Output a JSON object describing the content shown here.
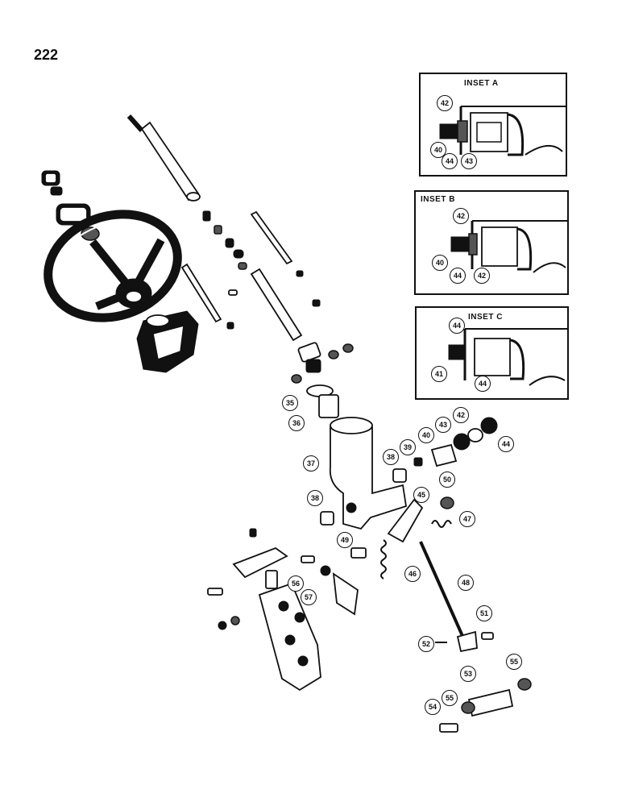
{
  "page_number": "222",
  "insets": [
    {
      "title": "INSET A",
      "callouts": [
        "42",
        "40",
        "44",
        "43"
      ]
    },
    {
      "title": "INSET B",
      "callouts": [
        "42",
        "40",
        "44",
        "42"
      ]
    },
    {
      "title": "INSET C",
      "callouts": [
        "44",
        "41",
        "44"
      ]
    }
  ],
  "callouts": [
    "35",
    "36",
    "37",
    "38",
    "38",
    "39",
    "40",
    "42",
    "43",
    "44",
    "45",
    "46",
    "47",
    "48",
    "49",
    "50",
    "51",
    "52",
    "53",
    "54",
    "55",
    "55",
    "56",
    "57"
  ]
}
